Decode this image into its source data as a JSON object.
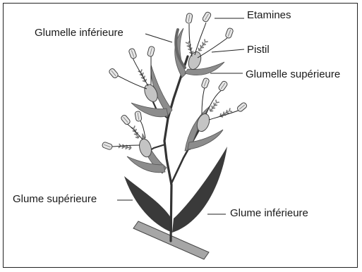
{
  "labels": {
    "etamines": "Etamines",
    "glumelle_inferieure": "Glumelle inférieure",
    "pistil": "Pistil",
    "glumelle_superieure": "Glumelle supérieure",
    "glume_superieure": "Glume supérieure",
    "glume_inferieure": "Glume inférieure"
  },
  "colors": {
    "glume": "#3a3a3a",
    "glumelle": "#8c8c8c",
    "ovary": "#c4c4c4",
    "stigma": "#9a9a9a",
    "anther": "#e6e6e6",
    "stem": "#333333",
    "base": "#a6a6a6"
  }
}
